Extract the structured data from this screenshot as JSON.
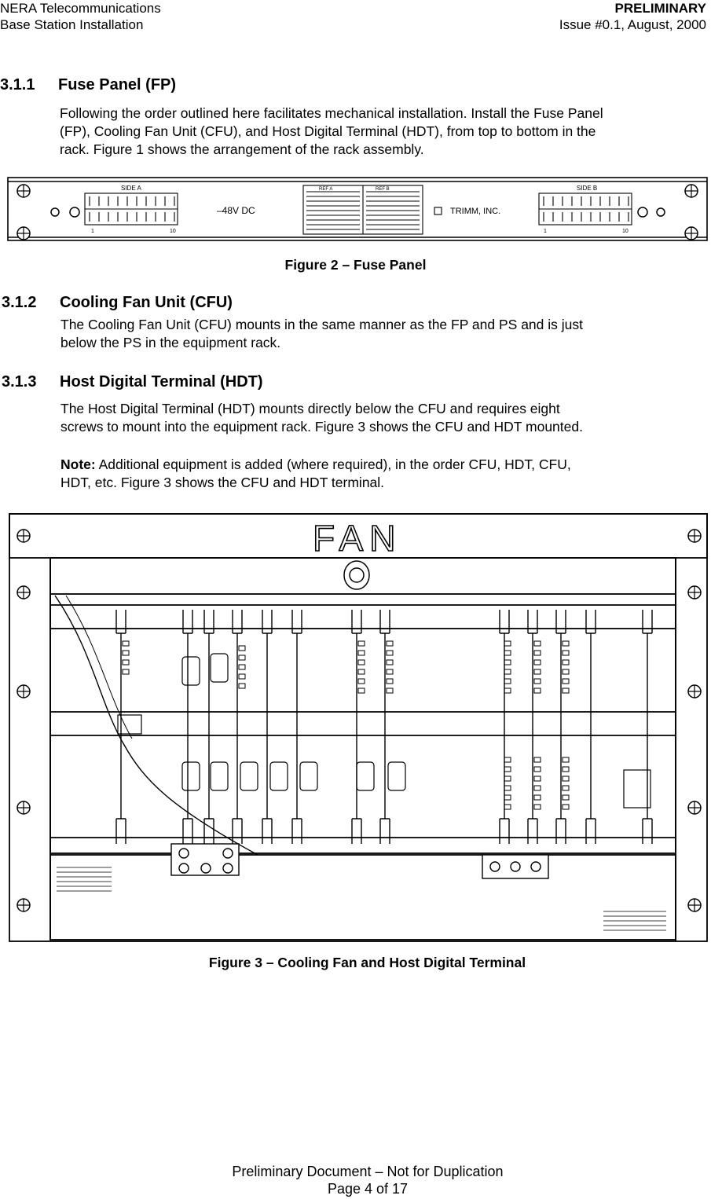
{
  "header": {
    "company": "NERA Telecommunications",
    "subtitle": "Base Station Installation",
    "status": "PRELIMINARY",
    "issue": "Issue #0.1, August, 2000"
  },
  "sections": {
    "fp": {
      "number": "3.1.1",
      "title": "Fuse Panel (FP)",
      "lines": [
        "Following the order outlined here facilitates mechanical installation.  Install the Fuse Panel",
        "(FP), Cooling Fan Unit (CFU), and Host Digital Terminal (HDT), from top to bottom in the",
        "rack.  Figure 1 shows the arrangement of the rack assembly."
      ]
    },
    "cfu": {
      "number": "3.1.2",
      "title": "Cooling Fan Unit (CFU)",
      "lines": [
        "The Cooling Fan Unit (CFU) mounts in the same manner as the FP and PS and is just",
        "below the PS in the equipment rack."
      ]
    },
    "hdt": {
      "number": "3.1.3",
      "title": "Host Digital Terminal (HDT)",
      "lines": [
        "The Host Digital Terminal (HDT) mounts directly below the CFU and requires eight",
        "screws to mount into the equipment rack.  Figure 3 shows the CFU and HDT mounted."
      ],
      "note_label": "Note:",
      "note_line1": "  Additional equipment is added (where required), in the order CFU,  HDT, CFU,",
      "note_line2": "HDT, etc.  Figure 3 shows the CFU and HDT terminal."
    }
  },
  "figures": {
    "fuse_panel": {
      "caption": "Figure 2 – Fuse Panel",
      "side_a": "SIDE A",
      "side_b": "SIDE  B",
      "voltage": "–48V  DC",
      "maker": "TRIMM,  INC.",
      "tick_1": "1",
      "tick_10": "10",
      "ref_a": "REF A",
      "ref_b": "REF B"
    },
    "fan_hdt": {
      "caption": "Figure 3 – Cooling Fan and Host Digital Terminal",
      "fan_label": "FAN"
    }
  },
  "footer": {
    "line1": "Preliminary Document – Not for Duplication",
    "line2": "Page 4 of 17"
  }
}
